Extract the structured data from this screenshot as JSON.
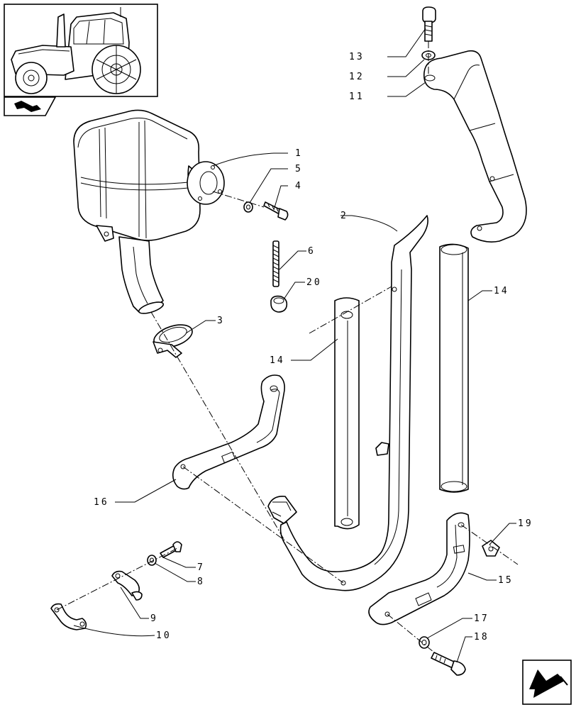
{
  "diagram": {
    "callouts": [
      {
        "id": "c1",
        "label": "1"
      },
      {
        "id": "c2",
        "label": "2"
      },
      {
        "id": "c3",
        "label": "3"
      },
      {
        "id": "c4",
        "label": "4"
      },
      {
        "id": "c5",
        "label": "5"
      },
      {
        "id": "c6",
        "label": "6"
      },
      {
        "id": "c7",
        "label": "7"
      },
      {
        "id": "c8",
        "label": "8"
      },
      {
        "id": "c9",
        "label": "9"
      },
      {
        "id": "c10",
        "label": "10"
      },
      {
        "id": "c11",
        "label": "11"
      },
      {
        "id": "c12",
        "label": "12"
      },
      {
        "id": "c13",
        "label": "13"
      },
      {
        "id": "c14a",
        "label": "14"
      },
      {
        "id": "c14b",
        "label": "14"
      },
      {
        "id": "c15",
        "label": "15"
      },
      {
        "id": "c16",
        "label": "16"
      },
      {
        "id": "c17",
        "label": "17"
      },
      {
        "id": "c18",
        "label": "18"
      },
      {
        "id": "c19",
        "label": "19"
      },
      {
        "id": "c20",
        "label": "20"
      }
    ]
  },
  "icons": {
    "thumbnail": "tractor-thumbnail-icon",
    "section_tab": "section-tab-icon",
    "nav": "next-page-arrow-icon"
  }
}
